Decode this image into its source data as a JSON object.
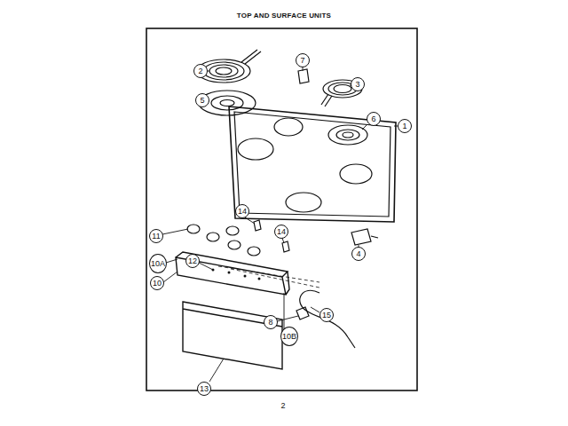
{
  "diagram": {
    "title": "TOP AND SURFACE UNITS",
    "labels": [
      "2",
      "7",
      "3",
      "5",
      "6",
      "1",
      "14",
      "11",
      "14",
      "10A",
      "12",
      "4",
      "10",
      "15",
      "8",
      "10B",
      "13",
      "2"
    ]
  }
}
